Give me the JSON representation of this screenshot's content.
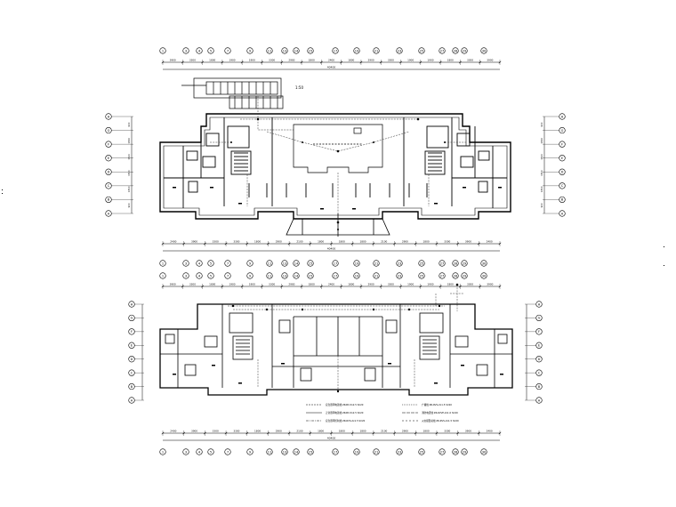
{
  "colors": {
    "background": "#ffffff",
    "line": "#000000",
    "wiring": "#333333"
  },
  "plan_top": {
    "grid_cols": [
      "1",
      "3",
      "4",
      "5",
      "7",
      "9",
      "11",
      "13",
      "14",
      "15",
      "17",
      "19",
      "21",
      "23",
      "25",
      "27",
      "28",
      "29",
      "30"
    ],
    "grid_rows_left": [
      "H",
      "G",
      "F",
      "E",
      "D",
      "C",
      "B",
      "A"
    ],
    "grid_rows_right": [
      "H",
      "G",
      "F",
      "E",
      "D",
      "C",
      "B",
      "A"
    ],
    "dims_top": [
      "3900",
      "3300",
      "1800",
      "1900",
      "1900",
      "3300",
      "2900",
      "1800",
      "2400",
      "1800",
      "2900",
      "3300",
      "1900",
      "1900",
      "1800",
      "3300",
      "3900"
    ],
    "dims_bottom": [
      "2400",
      "3900",
      "3300",
      "3300",
      "1800",
      "2900",
      "2100",
      "1800",
      "1800",
      "1800",
      "2100",
      "2900",
      "1800",
      "3300",
      "3900",
      "2400"
    ],
    "dims_left": [
      "900",
      "1800",
      "1500",
      "1500",
      "1800",
      "900"
    ],
    "dims_right": [
      "900",
      "1800",
      "1500",
      "1500",
      "1800",
      "900"
    ],
    "overall_top": "40400",
    "overall_bottom": "40400",
    "annotation": "1:50"
  },
  "plan_bottom": {
    "grid_cols": [
      "1",
      "3",
      "4",
      "5",
      "7",
      "9",
      "11",
      "13",
      "14",
      "15",
      "17",
      "19",
      "21",
      "23",
      "25",
      "27",
      "28",
      "29",
      "30"
    ],
    "grid_rows_left": [
      "H",
      "G",
      "F",
      "E",
      "D",
      "C",
      "B",
      "A"
    ],
    "grid_rows_right": [
      "H",
      "G",
      "F",
      "E",
      "D",
      "C",
      "B",
      "A"
    ],
    "dims_top": [
      "3900",
      "3300",
      "1800",
      "1900",
      "1900",
      "3300",
      "2900",
      "1800",
      "2400",
      "1800",
      "2900",
      "3300",
      "1900",
      "1900",
      "1800",
      "3300",
      "3900"
    ],
    "dims_bottom": [
      "2400",
      "3900",
      "3300",
      "3300",
      "1800",
      "2900",
      "2100",
      "1800",
      "1800",
      "1800",
      "2100",
      "2900",
      "1800",
      "3300",
      "3900",
      "2400"
    ],
    "overall_bottom": "40400"
  },
  "legend": {
    "items": [
      "应急照明电源线 ZR-BV-3x2.5 SC20",
      "正常照明电源线 ZR-BV-3x2.5 SC20",
      "应急照明控制线 ZR-RVS-2x1.5 SC20",
      "广播线 ZR-RVS-2x1.5 SC20",
      "消防电话线 ZR-RVVP-2x1.0 SC20",
      "火灾报警总线 ZR-RVS-2x1.5 SC20"
    ]
  }
}
